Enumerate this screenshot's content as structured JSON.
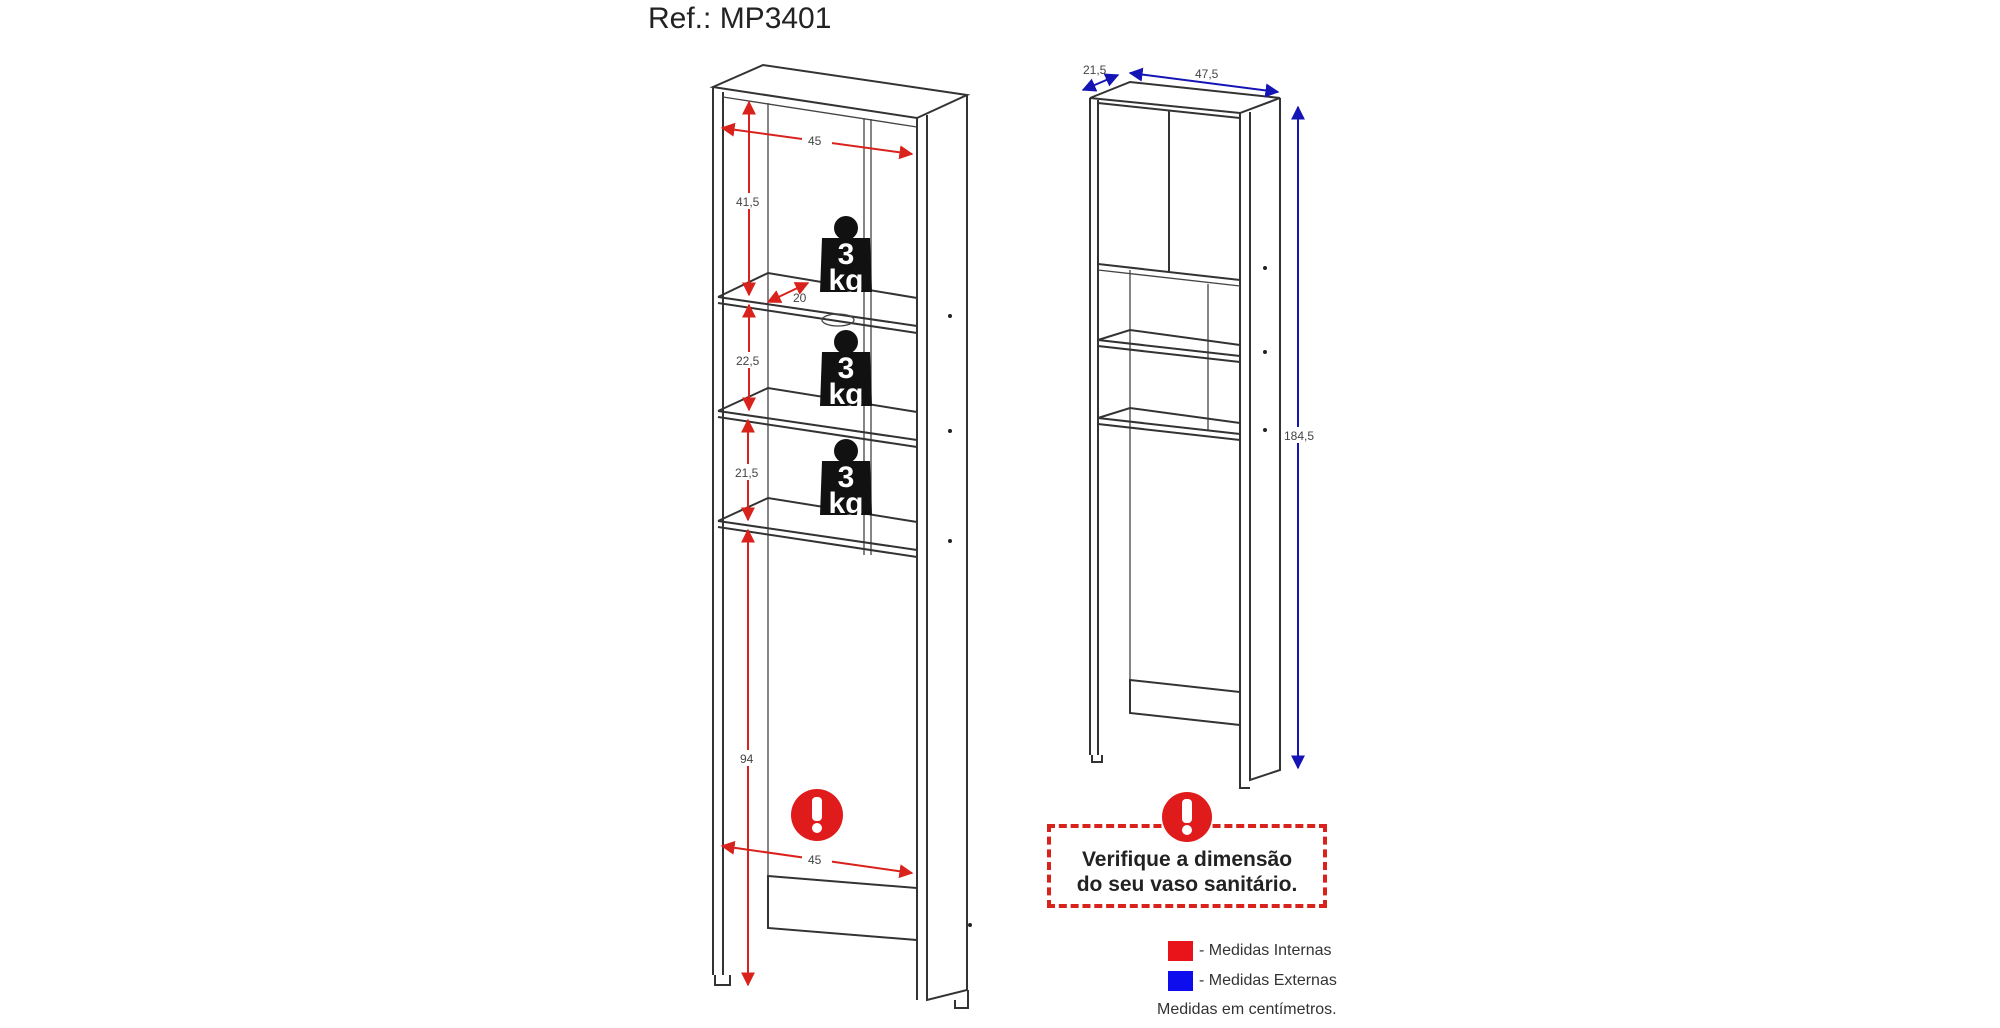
{
  "title": "Ref.: MP3401",
  "left_view": {
    "dimensions": {
      "width_top": "45",
      "height_top": "41,5",
      "depth_shelf": "20",
      "height_mid": "22,5",
      "height_low": "21,5",
      "height_bottom": "94",
      "width_bottom": "45"
    },
    "weight_label": {
      "number": "3",
      "unit": "kg"
    }
  },
  "right_view": {
    "dimensions": {
      "depth": "21,5",
      "width": "47,5",
      "height": "184,5"
    }
  },
  "warning": {
    "line1": "Verifique a dimensão",
    "line2": "do seu vaso sanitário."
  },
  "legend": [
    {
      "color": "#e8141a",
      "label": "- Medidas Internas"
    },
    {
      "color": "#0d0dee",
      "label": "- Medidas Externas"
    }
  ],
  "units_note": "Medidas em centímetros.",
  "colors": {
    "internal": "#d9221c",
    "external": "#1515b5"
  }
}
